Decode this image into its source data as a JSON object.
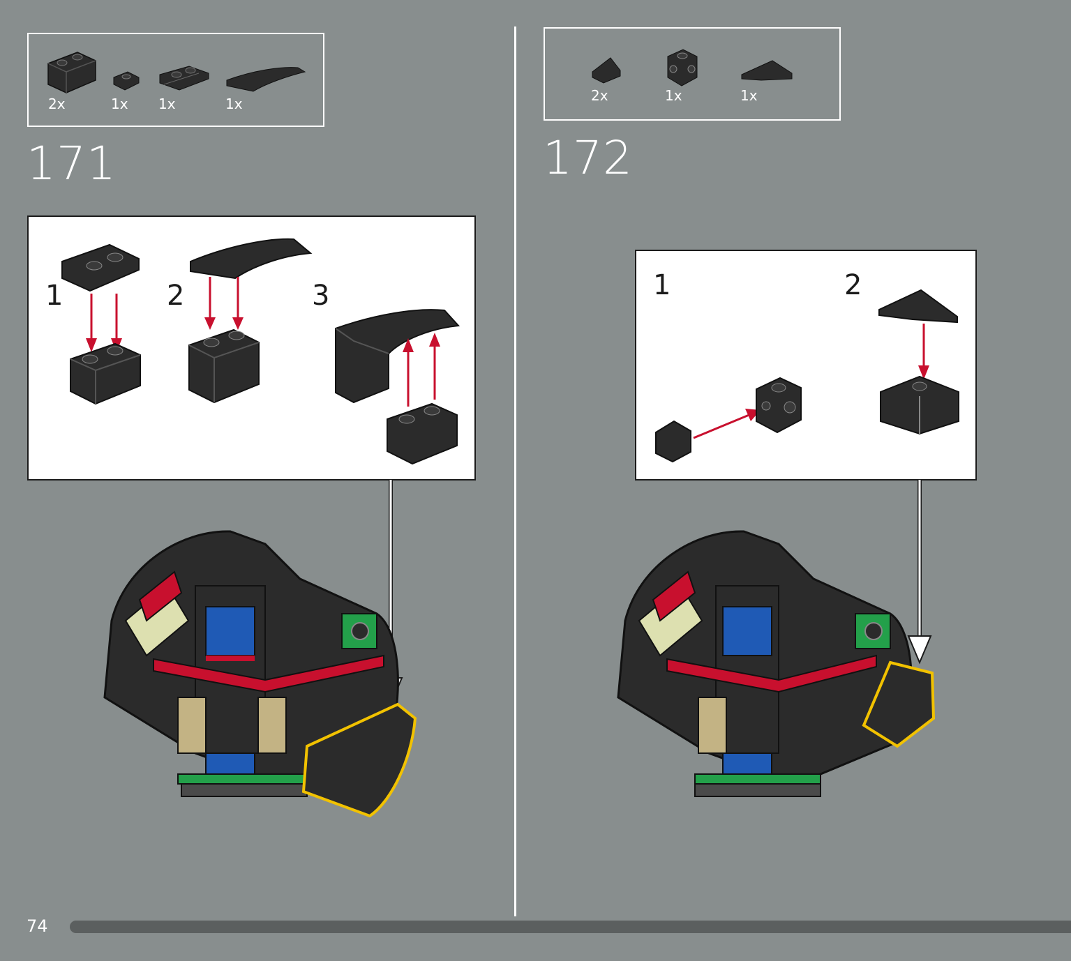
{
  "page_number": "74",
  "steps": [
    {
      "number": "171",
      "parts": [
        {
          "qty": "2x",
          "icon": "brick-1x2-icon"
        },
        {
          "qty": "1x",
          "icon": "plate-1x1-icon"
        },
        {
          "qty": "1x",
          "icon": "plate-1x2-rail-icon"
        },
        {
          "qty": "1x",
          "icon": "curved-slope-icon"
        }
      ],
      "sub_steps": [
        "1",
        "2",
        "3"
      ]
    },
    {
      "number": "172",
      "parts": [
        {
          "qty": "2x",
          "icon": "slope-icon"
        },
        {
          "qty": "1x",
          "icon": "brick-1x1-studs-sides-icon"
        },
        {
          "qty": "1x",
          "icon": "wedge-tile-icon"
        }
      ],
      "sub_steps": [
        "1",
        "2"
      ]
    }
  ],
  "colors": {
    "background": "#888e8e",
    "brick": "#2b2b2b",
    "arrow": "#c8102e",
    "highlight": "#f2c200"
  }
}
